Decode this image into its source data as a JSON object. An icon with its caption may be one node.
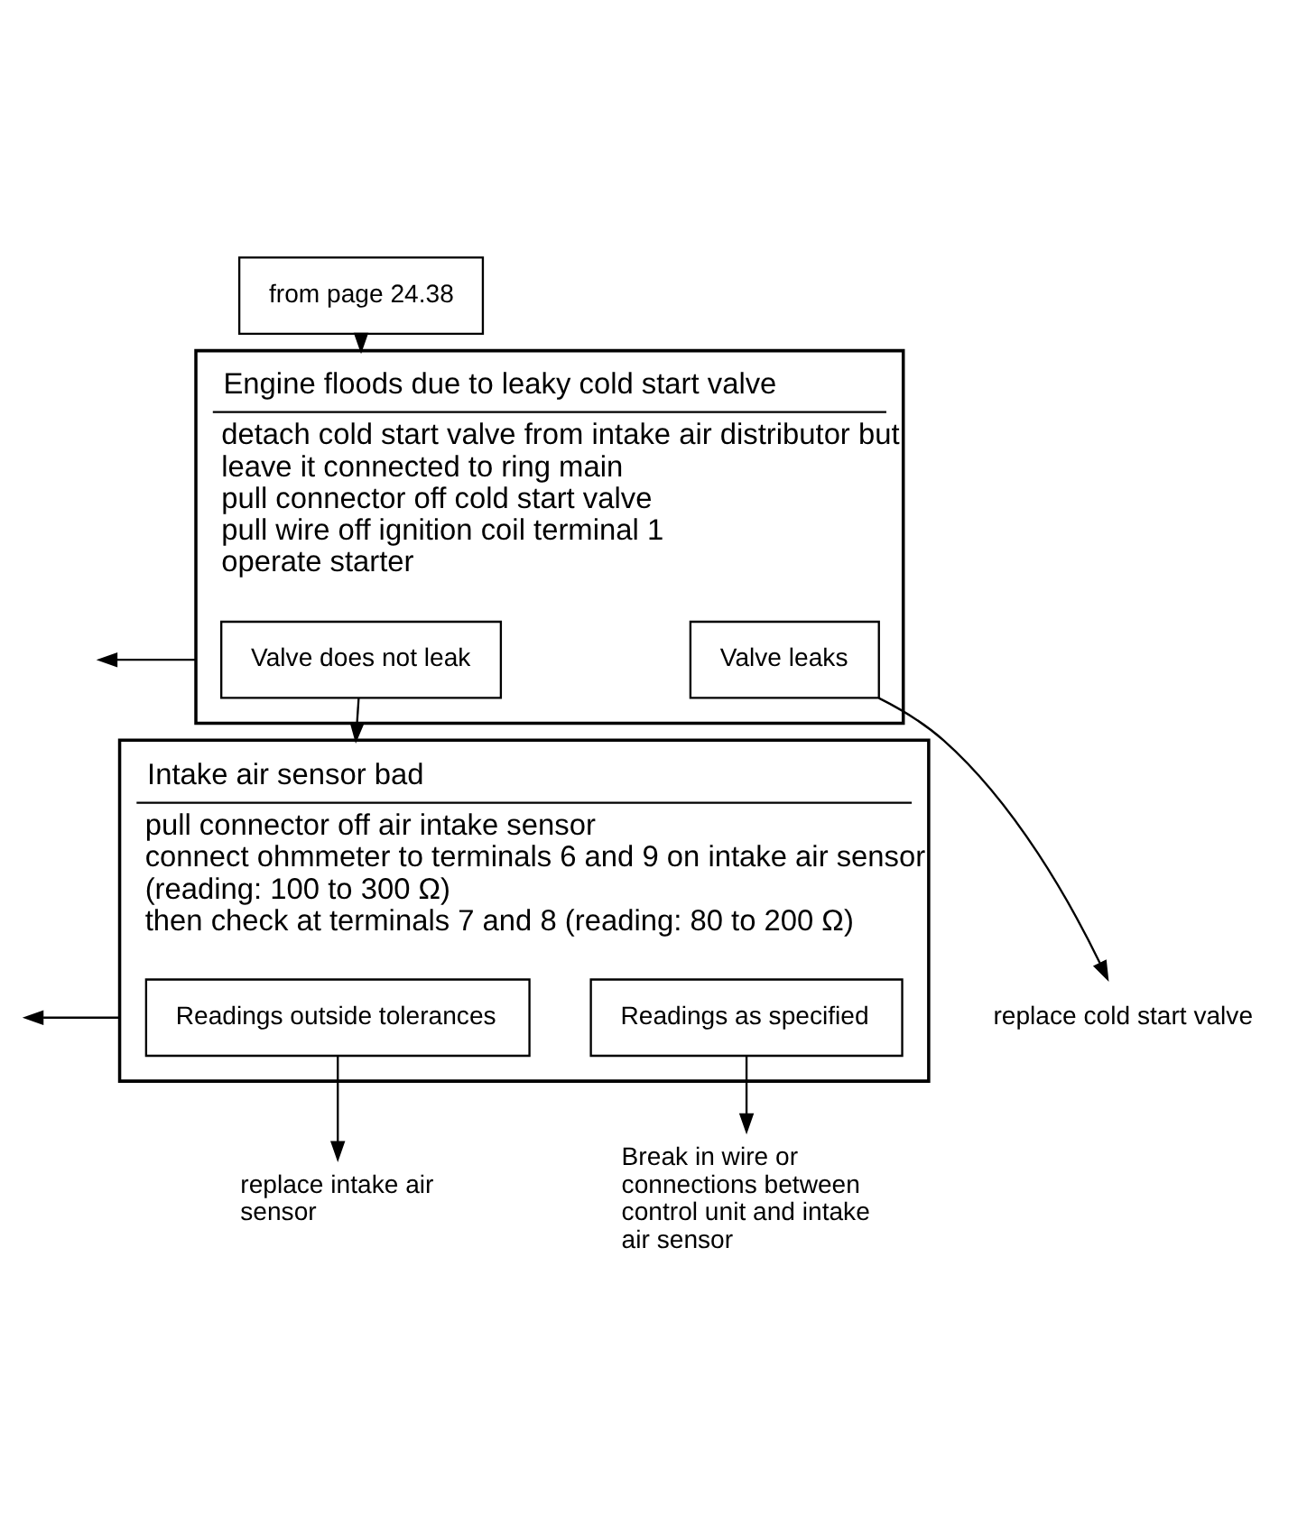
{
  "diagram": {
    "nodes": [
      {
        "text": [
          "from page 24.38"
        ]
      },
      {
        "text": [
          "Engine floods due to leaky cold start valve",
          "detach cold start valve from intake air distributor but leave it connected to ring main",
          "pull connector off cold start valve",
          "pull wire off ignition coil terminal 1",
          "operate starter"
        ]
      },
      {
        "text": [
          "Valve does not leak"
        ],
        "in": 1
      },
      {
        "text": [
          "Valve leaks"
        ],
        "in": 1
      },
      {
        "text": [
          "replace cold start valve"
        ]
      },
      {
        "text": [
          "Intake air sensor bad",
          "pull connector off air intake sensor",
          "connect ohmmeter to terminals 6 and 9 on intake air sensor (reading: 100 to 300 Ω)",
          "then check at terminals 7 and 8 (reading: 80 to 200 Ω)"
        ]
      },
      {
        "text": [
          "Readings outside tolerances"
        ],
        "in": 5
      },
      {
        "text": [
          "Readings as specified"
        ],
        "in": 5
      },
      {
        "text": [
          "replace intake air sensor"
        ]
      },
      {
        "text": [
          "Break in wire or connections between control unit and intake air sensor"
        ]
      }
    ],
    "edges": [
      {
        "from": 0,
        "to": 1,
        "arrow": "to"
      },
      {
        "from": 1,
        "to": null,
        "arrow": "to"
      },
      {
        "from": 2,
        "to": 5,
        "arrow": "to"
      },
      {
        "from": 3,
        "to": 4,
        "arrow": "to"
      },
      {
        "from": 5,
        "to": null,
        "arrow": "to"
      },
      {
        "from": 6,
        "to": 8,
        "arrow": "to"
      },
      {
        "from": 7,
        "to": 9,
        "arrow": "to"
      }
    ]
  }
}
